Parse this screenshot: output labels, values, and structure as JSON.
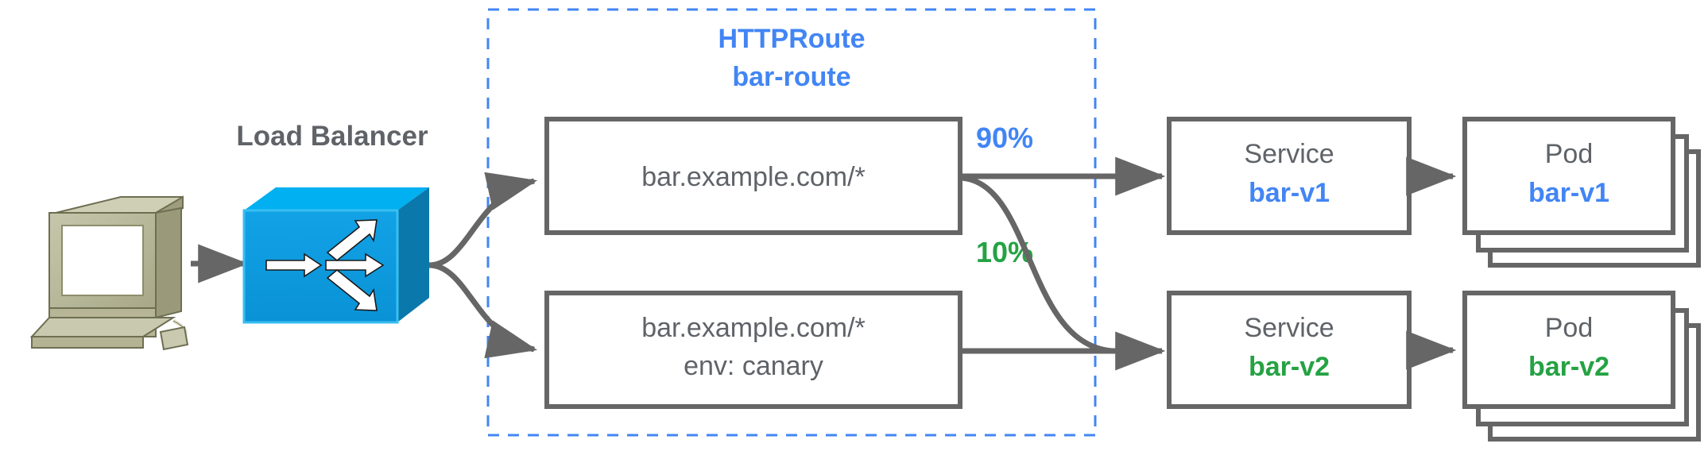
{
  "diagram": {
    "title_label": "Load Balancer",
    "colors": {
      "blue": "#4285F4",
      "green": "#25A244",
      "gray": "#5F6368",
      "line": "#666666",
      "lb_body": "#0C9BDF",
      "lb_top": "#00B0F0",
      "lb_side": "#0077A8",
      "computer_body": "#AFAF8F",
      "computer_light": "#C8C8AE",
      "computer_screen": "#FFFFFF"
    },
    "client": {
      "icon": "workstation-icon"
    },
    "load_balancer": {
      "label": "Load Balancer",
      "icon": "load-balancer-switch-icon"
    },
    "httproute": {
      "kind_label": "HTTPRoute",
      "name_label": "bar-route",
      "boundary": "dashed-blue-boundary"
    },
    "matches": [
      {
        "id": "match-primary",
        "line1": "bar.example.com/*",
        "line2": ""
      },
      {
        "id": "match-canary",
        "line1": "bar.example.com/*",
        "line2": "env: canary"
      }
    ],
    "weights": [
      {
        "id": "weight-90",
        "label": "90%",
        "color": "#4285F4"
      },
      {
        "id": "weight-10",
        "label": "10%",
        "color": "#25A244"
      }
    ],
    "backends": [
      {
        "id": "backend-v1",
        "service": {
          "kind": "Service",
          "name": "bar-v1",
          "color": "#4285F4"
        },
        "pod": {
          "kind": "Pod",
          "name": "bar-v1",
          "color": "#4285F4",
          "replicas": 3
        }
      },
      {
        "id": "backend-v2",
        "service": {
          "kind": "Service",
          "name": "bar-v2",
          "color": "#25A244"
        },
        "pod": {
          "kind": "Pod",
          "name": "bar-v2",
          "color": "#25A244",
          "replicas": 3
        }
      }
    ]
  }
}
